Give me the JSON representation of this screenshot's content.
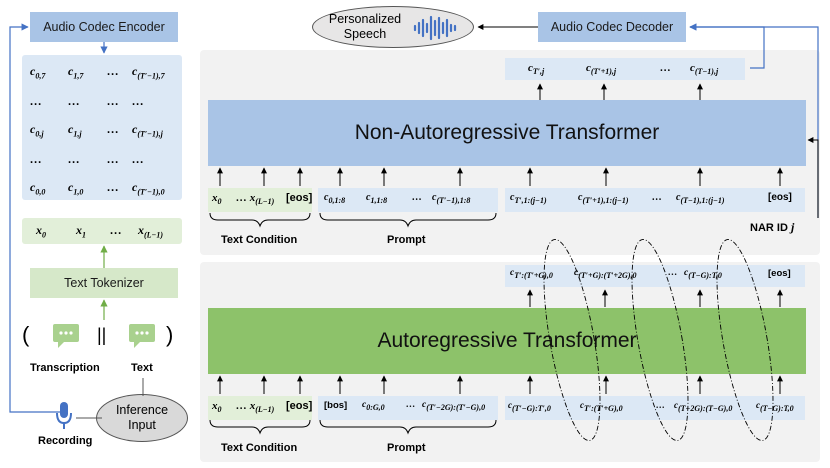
{
  "left": {
    "encoder_label": "Audio Codec Encoder",
    "matrix_rows": [
      [
        "c",
        "c",
        "…",
        "c"
      ],
      [
        "…",
        "…",
        "…",
        "…"
      ],
      [
        "c",
        "c",
        "…",
        "c"
      ],
      [
        "…",
        "…",
        "…",
        "…"
      ],
      [
        "c",
        "c",
        "…",
        "c"
      ]
    ],
    "matrix_subs": [
      [
        "0,7",
        "1,7",
        "",
        "(T′−1),7"
      ],
      [
        "",
        "",
        "",
        ""
      ],
      [
        "0,j",
        "1,j",
        "",
        "(T′−1),j"
      ],
      [
        "",
        "",
        "",
        ""
      ],
      [
        "0,0",
        "1,0",
        "",
        "(T′−1),0"
      ]
    ],
    "phonemes": [
      "x",
      "x",
      "…",
      "x"
    ],
    "phoneme_subs": [
      "0",
      "1",
      "",
      "(L−1)"
    ],
    "tokenizer_label": "Text Tokenizer",
    "paren_open": "(",
    "paren_close": ")",
    "separator": "||",
    "transcription_label": "Transcription",
    "text_label": "Text",
    "recording_label": "Recording",
    "inference_label_1": "Inference",
    "inference_label_2": "Input"
  },
  "top": {
    "personalized_1": "Personalized",
    "personalized_2": "Speech",
    "decoder_label": "Audio Codec Decoder",
    "nar_label": "Non-Autoregressive Transformer",
    "nar_id_label": "NAR ID",
    "nar_id_var": "j",
    "outputs": [
      {
        "base": "c",
        "sub": "T′,j"
      },
      {
        "base": "c",
        "sub": "(T′+1),j"
      },
      {
        "base": "…",
        "sub": ""
      },
      {
        "base": "c",
        "sub": "(T−1),j"
      }
    ],
    "text_tokens": [
      {
        "base": "x",
        "sub": "0"
      },
      {
        "base": "… x",
        "sub": "(L−1)"
      },
      {
        "base": "[eos]",
        "sub": ""
      }
    ],
    "prompt_tokens": [
      {
        "base": "c",
        "sub": "0,1:8"
      },
      {
        "base": "c",
        "sub": "1,1:8"
      },
      {
        "base": "…",
        "sub": ""
      },
      {
        "base": "c",
        "sub": "(T′−1),1:8"
      }
    ],
    "target_tokens": [
      {
        "base": "c",
        "sub": "T′,1:(j−1)"
      },
      {
        "base": "c",
        "sub": "(T′+1),1:(j−1)"
      },
      {
        "base": "…",
        "sub": ""
      },
      {
        "base": "c",
        "sub": "(T−1),1:(j−1)"
      },
      {
        "base": "[eos]",
        "sub": ""
      }
    ],
    "text_condition_label": "Text Condition",
    "prompt_label": "Prompt"
  },
  "bottom": {
    "ar_label": "Autoregressive Transformer",
    "outputs": [
      {
        "base": "c",
        "sub": "T′:(T′+G),0"
      },
      {
        "base": "c",
        "sub": "(T′+G):(T′+2G),0"
      },
      {
        "base": "…",
        "sub": ""
      },
      {
        "base": "c",
        "sub": "(T−G):T,0"
      },
      {
        "base": "[eos]",
        "sub": ""
      }
    ],
    "text_tokens": [
      {
        "base": "x",
        "sub": "0"
      },
      {
        "base": "… x",
        "sub": "(L−1)"
      },
      {
        "base": "[eos]",
        "sub": ""
      }
    ],
    "prompt_tokens": [
      {
        "base": "[bos]",
        "sub": ""
      },
      {
        "base": "c",
        "sub": "0:G,0"
      },
      {
        "base": "…",
        "sub": ""
      },
      {
        "base": "c",
        "sub": "(T′−2G):(T′−G),0"
      }
    ],
    "target_tokens": [
      {
        "base": "c",
        "sub": "(T′−G):T′,0"
      },
      {
        "base": "c",
        "sub": "T′:(T′+G),0"
      },
      {
        "base": "…",
        "sub": ""
      },
      {
        "base": "c",
        "sub": "(T−2G):(T−G),0"
      },
      {
        "base": "c",
        "sub": "(T−G):T,0"
      }
    ],
    "text_condition_label": "Text Condition",
    "prompt_label": "Prompt"
  },
  "colors": {
    "blue_box": "#a9c4e6",
    "green_box": "#8dc26a",
    "light_blue": "#dce8f5",
    "light_green": "#e2efd9",
    "panel_gray": "#f2f2f2",
    "line_blue": "#4472c4",
    "line_green": "#70ad47"
  }
}
